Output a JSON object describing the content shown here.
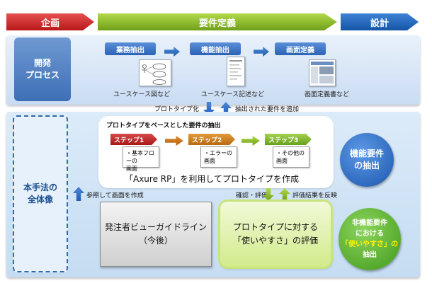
{
  "phases": {
    "planning": "企画",
    "requirements": "要件定義",
    "design": "設計"
  },
  "process": {
    "label_line1": "開発",
    "label_line2": "プロセス",
    "tasks": [
      "業務抽出",
      "機能抽出",
      "画面定義"
    ],
    "captions": [
      "ユースケース図など",
      "ユースケース記述など",
      "画面定義書など"
    ]
  },
  "flows": {
    "to_prototype": "プロトタイプ化",
    "add_requirements": "抽出された要件を追加",
    "reference_screen": "参照して画面を作成",
    "check_evaluate": "確認・評価",
    "reflect_results": "評価結果を反映"
  },
  "method": {
    "label_line1": "本手法の",
    "label_line2": "全体像"
  },
  "prototype": {
    "title": "プロトタイプをベースとした要件の抽出",
    "steps": [
      {
        "head": "ステップ1",
        "body_line1": "・基本フローの",
        "body_line2": "画面"
      },
      {
        "head": "ステップ2",
        "body_line1": "・エラーの",
        "body_line2": "画面"
      },
      {
        "head": "ステップ3",
        "body_line1": "・その他の",
        "body_line2": "画面"
      }
    ],
    "main_text": "「Axure RP」を利用してプロトタイプを作成"
  },
  "functional": {
    "line1": "機能要件",
    "line2": "の抽出"
  },
  "guideline": {
    "line1": "発注者ビューガイドライン",
    "line2": "（今後）"
  },
  "evaluation": {
    "line1": "プロトタイプに対する",
    "line2": "「使いやすさ」の評価"
  },
  "nonfunctional": {
    "line1": "非機能要件",
    "line2": "における",
    "line3": "「使いやすさ」の",
    "line4": "抽出"
  },
  "colors": {
    "phase_red": "#c62828",
    "phase_green": "#8dbf2e",
    "phase_blue": "#1f63b8",
    "step1": "#c62828",
    "step2": "#c7771b",
    "step3": "#7ab32a",
    "highlight_yellow": "#fff200"
  }
}
